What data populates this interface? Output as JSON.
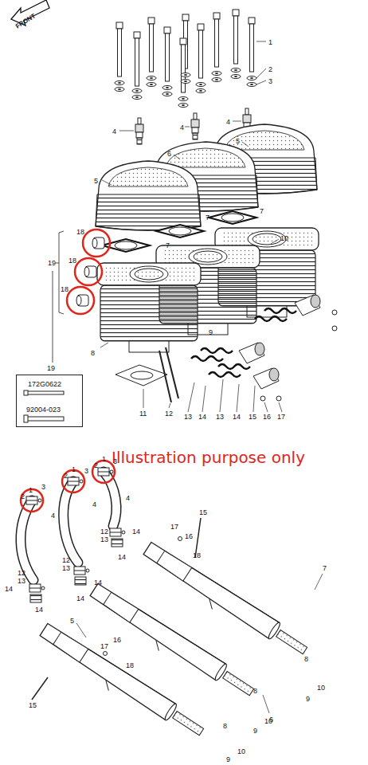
{
  "diagram": {
    "nodes": [
      {
        "text": [
          "19",
          "172G0622",
          "92004-023"
        ]
      }
    ],
    "labels": [
      "FRONT",
      "1",
      "2",
      "3",
      "4",
      "4",
      "4",
      "5",
      "6",
      "5",
      "7",
      "7",
      "7",
      "10",
      "18",
      "18",
      "18",
      "19",
      "8",
      "9",
      "11",
      "12",
      "13",
      "14",
      "13",
      "14",
      "15",
      "16",
      "17",
      "Illustration purpose only",
      "2",
      "1",
      "3",
      "2",
      "1",
      "3",
      "2",
      "1",
      "3",
      "4",
      "4",
      "4",
      "14",
      "14",
      "12",
      "13",
      "14",
      "14",
      "12",
      "13",
      "14",
      "14",
      "12",
      "13",
      "15",
      "17",
      "16",
      "18",
      "7",
      "8",
      "10",
      "9",
      "6",
      "8",
      "10",
      "9",
      "15",
      "17",
      "16",
      "18",
      "5",
      "8",
      "10",
      "9"
    ]
  }
}
